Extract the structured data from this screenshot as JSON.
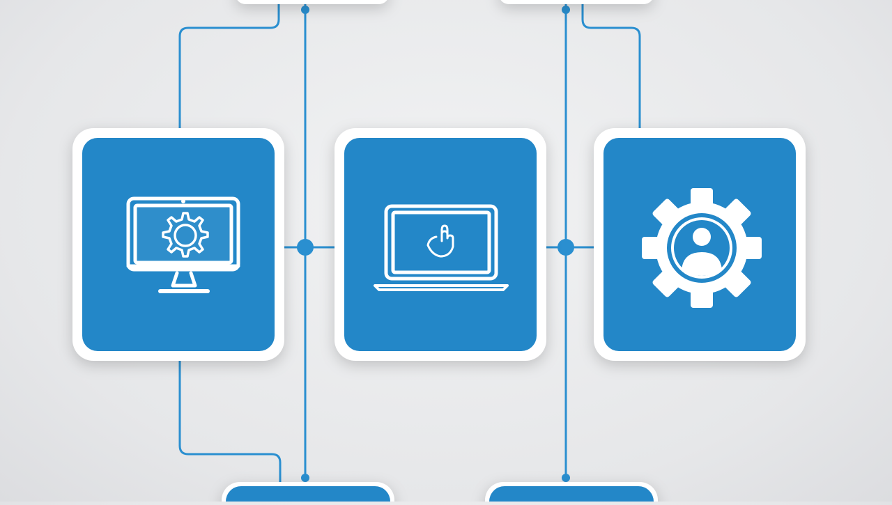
{
  "colors": {
    "background": "#e8e9eb",
    "accent": "#2387c8",
    "line": "#2a8fd0",
    "tile_frame": "#ffffff",
    "icon": "#ffffff"
  },
  "nodes": [
    {
      "id": "desktop-settings",
      "icon": "desktop-gear-icon",
      "interactive": true
    },
    {
      "id": "laptop-touch",
      "icon": "laptop-touch-icon",
      "interactive": true
    },
    {
      "id": "user-settings",
      "icon": "user-gear-icon",
      "interactive": true
    }
  ],
  "connectors": {
    "top_pills": 2,
    "bottom_pills": 2,
    "junctions": 2
  }
}
